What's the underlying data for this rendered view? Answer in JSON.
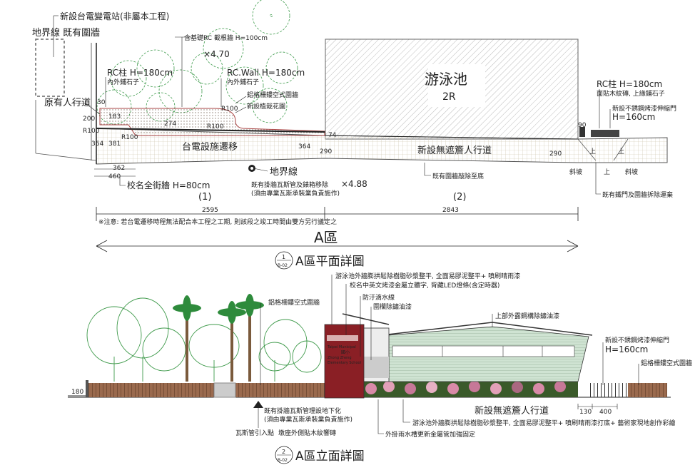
{
  "plan": {
    "substation_label": "新設台電變電站(非屬本工程)",
    "boundary_existing_wall": "地界線 既有圍牆",
    "rc_wall_top": "含基礎RC 截根牆 H=100cm",
    "spacing_a": "×4.70",
    "rc_column_1": "RC柱 H=180cm",
    "rc_column_1_sub": "內外鋪石子",
    "rc_wall_2": "RC.Wall H=180cm",
    "rc_wall_2_sub": "內外鋪石子",
    "aluminum_fence": "鋁格柵鏤空式圍牆",
    "new_planter": "新設植栽花園",
    "existing_sidewalk": "原有人行道",
    "r100_a": "R100",
    "r100_b": "R100",
    "r100_c": "R100",
    "r100_d": "R100",
    "dim_200": "200",
    "dim_183": "183",
    "dim_274": "274",
    "dim_30": "30",
    "dim_364a": "364",
    "dim_381": "381",
    "dim_364b": "364",
    "dim_74": "74",
    "dim_290a": "290",
    "dim_290b": "290",
    "dim_90": "90",
    "dim_362": "362",
    "dim_460": "460",
    "relocation_label": "台電設施遷移",
    "new_covered_walkway": "新設無遮簷人行道",
    "pool_title": "游泳池",
    "pool_code": "2R",
    "boundary_line": "地界線",
    "spacing_b": "×4.88",
    "gas_removal": "既有掛牆瓦斯管及錶箱移除",
    "gas_removal_sub": "(須由專業瓦斯承裝業負責施作)",
    "remove_wall_base": "既有圍牆敲除至底",
    "school_name_wall": "校名全街牆 H=80cm",
    "zone_1": "(1)",
    "zone_2": "(2)",
    "dim_2595": "2595",
    "dim_2843": "2843",
    "rc_column_right": "RC柱 H=180cm",
    "rc_column_right_sub": "面貼木紋磚, 上緣鋪石子",
    "steel_door": "新設不銹鋼烤漆伸縮門",
    "steel_door_h": "H=160cm",
    "slope_a": "斜坡",
    "slope_b": "斜坡",
    "up_a": "上",
    "up_b": "上",
    "up_c": "上",
    "iron_gate_removal": "既有鐵門及圍牆拆除運棄",
    "note": "※注意: 若台電遷移時程無法配合本工程之工期, 則該段之竣工時間由雙方另行議定之",
    "zone_label": "A區",
    "plan_number": "1",
    "plan_sheet": "B-02",
    "plan_title": "A區平面詳圖"
  },
  "elevation": {
    "pool_paint": "游泳池外牆膨拱鬆除樹脂砂漿整平, 全面易膠泥整平+ 噴刷晴雨漆",
    "school_sign": "校名中英文烤漆金屬立體字, 背藏LED燈條(含定時器)",
    "drip_edge": "防汙滴水線",
    "railing_paint": "圍欄除鏽油漆",
    "upper_steel": "上部外露鋼構除鏽油漆",
    "aluminum_fence": "鋁格柵鏤空式圍牆",
    "aluminum_fence_right": "鋁格柵鏤空式圍牆",
    "steel_door": "新設不銹鋼烤漆伸縮門",
    "steel_door_h": "H=160cm",
    "dim_180": "180",
    "dim_130": "130",
    "dim_400": "400",
    "sign_en_1": "Taipei Municipal",
    "sign_en_2": "Zhong Zheng",
    "sign_en_3": "Elementary School",
    "sign_zh": "國小",
    "gas_pipe": "既有掛牆瓦斯管理設地下化",
    "gas_pipe_sub": "(須由專業瓦斯承裝業負責施作)",
    "gas_entry": "瓦斯管引入點",
    "base_tile": "墩座外側貼木紋響磚",
    "new_walkway": "新設無遮簷人行道",
    "pool_wall_mural": "游泳池外牆膨拱鬆除樹脂砂漿整平, 全面易膠泥整平+ 噴刷晴雨漆打底+ 藝術家現地創作彩繪",
    "gutter": "外掛雨水槽更新金屬管加強固定",
    "elev_number": "2",
    "elev_sheet": "B-02",
    "elev_title": "A區立面詳圖"
  }
}
